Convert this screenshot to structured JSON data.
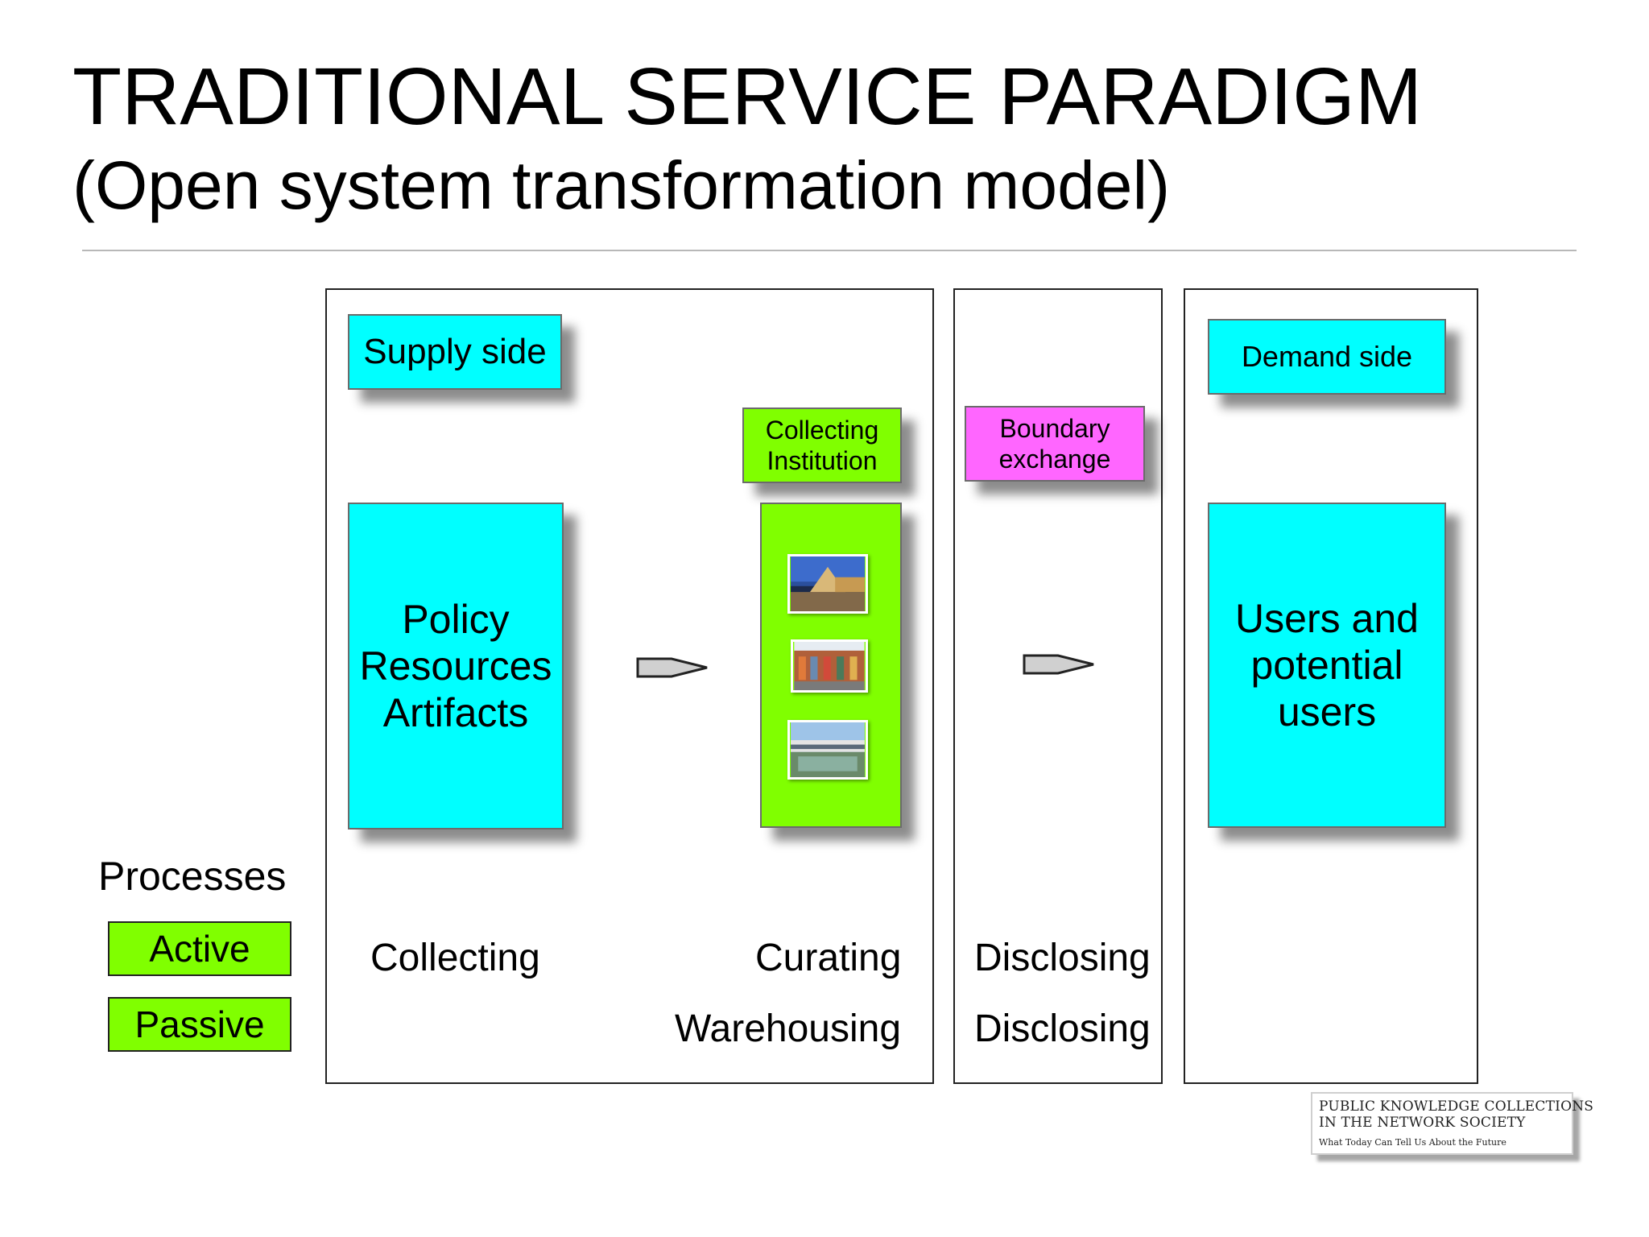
{
  "title": "TRADITIONAL SERVICE PARADIGM",
  "subtitle": "(Open system transformation model)",
  "supply_side": "Supply side",
  "collecting_institution": [
    "Collecting",
    "Institution"
  ],
  "boundary_exchange": [
    "Boundary",
    "exchange"
  ],
  "demand_side": "Demand side",
  "policy_box": [
    "Policy",
    "Resources",
    "Artifacts"
  ],
  "users_box": [
    "Users and",
    "potential",
    "users"
  ],
  "processes": {
    "heading": "Processes",
    "active": "Active",
    "passive": "Passive"
  },
  "process_labels": {
    "collecting": "Collecting",
    "curating": "Curating",
    "warehousing": "Warehousing",
    "disclosing_active": "Disclosing",
    "disclosing_passive": "Disclosing"
  },
  "logo": {
    "line1": "PUBLIC KNOWLEDGE COLLECTIONS",
    "line2": "IN THE NETWORK SOCIETY",
    "line3": "What Today Can Tell Us About the Future"
  },
  "colors": {
    "cyan": "#00ffff",
    "green": "#80ff00",
    "pink": "#ff66ff",
    "arrow": "#d0d0d0"
  }
}
